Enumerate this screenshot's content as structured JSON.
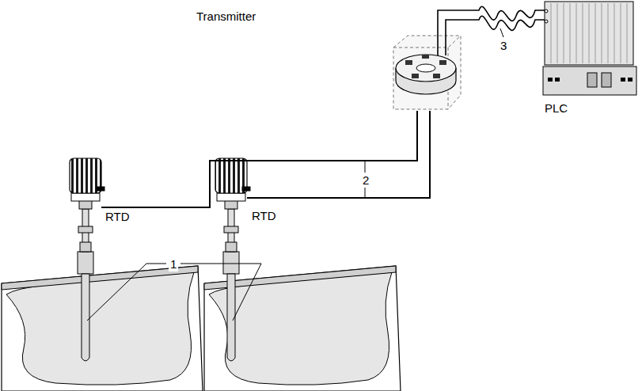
{
  "diagram": {
    "labels": [
      "Transmitter",
      "RTD",
      "RTD",
      "PLC",
      "1",
      "2",
      "3"
    ]
  }
}
